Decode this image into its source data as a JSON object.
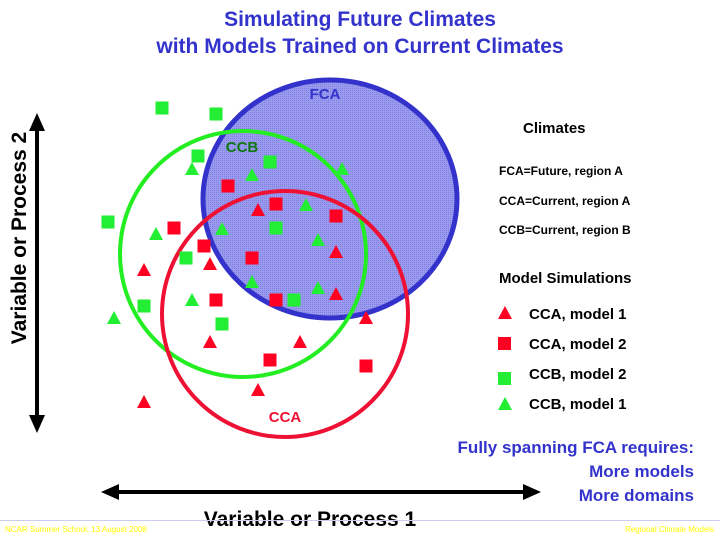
{
  "title": {
    "line1": "Simulating Future Climates",
    "line2": "with Models Trained on Current Climates"
  },
  "axes": {
    "y_label": "Variable or Process 2",
    "x_label": "Variable or Process 1"
  },
  "circles": {
    "fca": {
      "label": "FCA",
      "color": "#3333cc",
      "fill": "#9999ee"
    },
    "ccb": {
      "label": "CCB",
      "color": "#22ee22",
      "label_color": "#117711"
    },
    "cca": {
      "label": "CCA",
      "color": "#ee1133"
    }
  },
  "legend": {
    "climates_title": "Climates",
    "climates": [
      "FCA=Future, region A",
      "CCA=Current, region A",
      "CCB=Current, region B"
    ],
    "simulations_title": "Model Simulations",
    "simulations": [
      {
        "label": "CCA, model 1",
        "shape": "triangle",
        "color": "#ff0022"
      },
      {
        "label": "CCA, model 2",
        "shape": "square",
        "color": "#ff0022"
      },
      {
        "label": "CCB, model 2",
        "shape": "square",
        "color": "#22ee33"
      },
      {
        "label": "CCB, model 1",
        "shape": "triangle",
        "color": "#22ee33"
      }
    ]
  },
  "note": {
    "line1": "Fully spanning FCA requires:",
    "line2": "More models",
    "line3": "More domains"
  },
  "footer": {
    "left": "NCAR Summer School, 13 August 2008",
    "right": "Regional Climate Models"
  }
}
